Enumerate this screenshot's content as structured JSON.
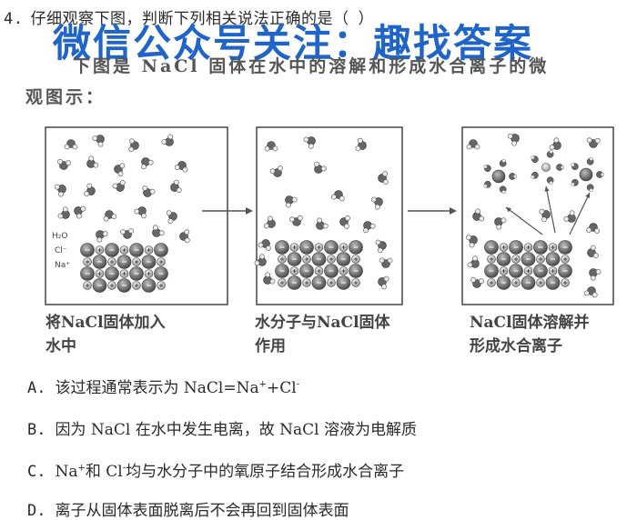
{
  "question": {
    "number": "4.",
    "stem": "仔细观察下图，判断下列相关说法正确的是（",
    "paren_close": "）",
    "intro_line1": "下图是 NaCl 固体在水中的溶解和形成水合离子的微",
    "intro_line2": "观图示："
  },
  "watermark": "微信公众号关注：趣找答案",
  "diagram": {
    "labels": {
      "water": "H₂O",
      "chloride": "Cl⁻",
      "sodium": "Na⁺"
    },
    "captions": [
      {
        "line1": "将NaCl固体加入",
        "line2": "水中"
      },
      {
        "line1": "水分子与NaCl固体",
        "line2": "作用"
      },
      {
        "line1": "NaCl固体溶解并",
        "line2": "形成水合离子"
      }
    ]
  },
  "options": [
    {
      "label": "A.",
      "pre": "该过程通常表示为 NaCl=Na",
      "sup1": "+",
      "mid": "+Cl",
      "sup2": "-",
      "post": ""
    },
    {
      "label": "B.",
      "pre": "因为 NaCl 在水中发生电离，故 NaCl 溶液为电解质",
      "sup1": "",
      "mid": "",
      "sup2": "",
      "post": ""
    },
    {
      "label": "C.",
      "pre": "Na",
      "sup1": "+",
      "mid": "和 Cl",
      "sup2": "-",
      "post": "均与水分子中的氧原子结合形成水合离子"
    },
    {
      "label": "D.",
      "pre": "离子从固体表面脱离后不会再回到固体表面",
      "sup1": "",
      "mid": "",
      "sup2": "",
      "post": ""
    }
  ]
}
